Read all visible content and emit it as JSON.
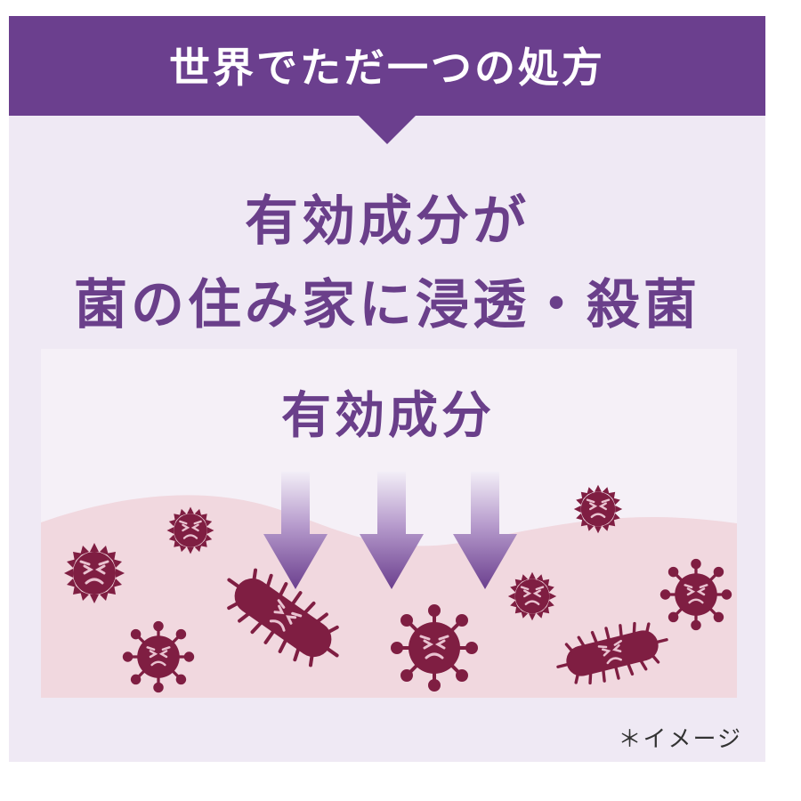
{
  "banner": {
    "title": "世界でただ一つの処方"
  },
  "headline": {
    "line1": "有効成分が",
    "line2": "菌の住み家に浸透・殺菌"
  },
  "illustration": {
    "ingredient_label": "有効成分"
  },
  "note": "＊イメージ",
  "colors": {
    "purple": "#6b3f8e",
    "panel_bg": "#efe9f4",
    "skin": "#f1d8df",
    "germ": "#7f1e42"
  }
}
